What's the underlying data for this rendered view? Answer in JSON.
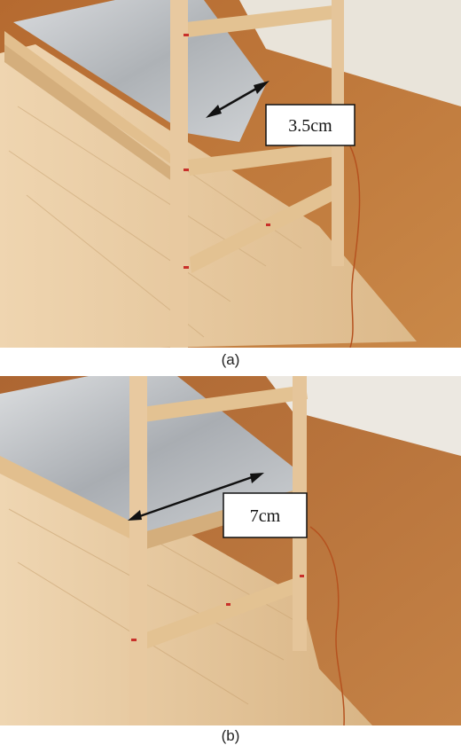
{
  "panels": [
    {
      "caption": "(a)",
      "measurement_label": "3.5cm",
      "colors": {
        "table": "#c07a3c",
        "wall": "#e9e4da",
        "balsa": "#e8c9a0",
        "foil": "#c9ccd0",
        "wire": "#b5521f"
      }
    },
    {
      "caption": "(b)",
      "measurement_label": "7cm",
      "colors": {
        "table": "#b8703a",
        "wall": "#ece8e1",
        "balsa": "#e6c79e",
        "foil": "#c4c8cc",
        "wire": "#b5521f"
      }
    }
  ]
}
